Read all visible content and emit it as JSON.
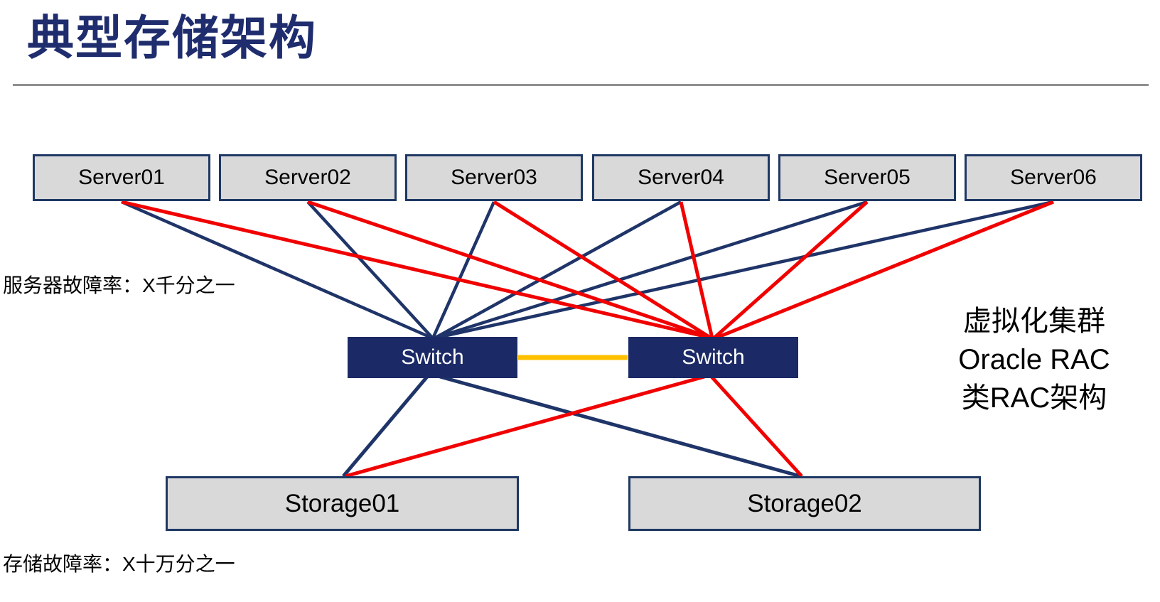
{
  "title": "典型存储架构",
  "servers": [
    {
      "label": "Server01"
    },
    {
      "label": "Server02"
    },
    {
      "label": "Server03"
    },
    {
      "label": "Server04"
    },
    {
      "label": "Server05"
    },
    {
      "label": "Server06"
    }
  ],
  "switches": [
    {
      "label": "Switch"
    },
    {
      "label": "Switch"
    }
  ],
  "storages": [
    {
      "label": "Storage01"
    },
    {
      "label": "Storage02"
    }
  ],
  "annotations": {
    "server_failure_rate": "服务器故障率：X千分之一",
    "storage_failure_rate": "存储故障率：X十万分之一",
    "right_note_lines": [
      "虚拟化集群",
      "Oracle RAC",
      "类RAC架构"
    ]
  },
  "colors": {
    "navy_line": "#1F3468",
    "red_line": "#F10000",
    "orange_link": "#FFC000",
    "switch_fill": "#1B2A66",
    "node_fill": "#D9D9D9",
    "node_border": "#1F3864",
    "title_color": "#1F2D6E",
    "rule_gray": "#8F8F8F"
  }
}
